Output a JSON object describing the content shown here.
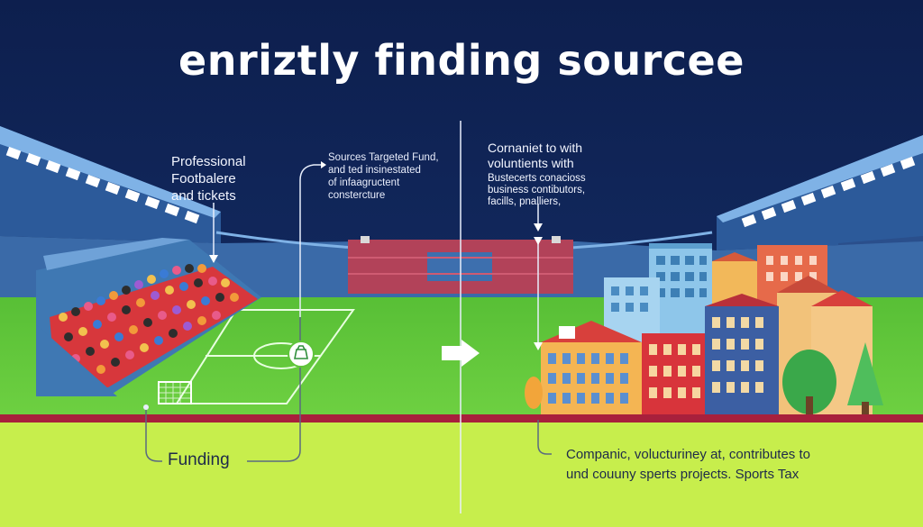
{
  "title": "enriztly finding  sourcee",
  "labels": {
    "left_note": [
      "Professional",
      "Footbalere",
      "and tickets"
    ],
    "center_note": [
      "Sources Targeted Fund,",
      "and ted insinestated",
      "of infaagructent",
      "constercture"
    ],
    "right_note_main": [
      "Cornaniet to with",
      "voluntients with"
    ],
    "right_note_small": [
      "Bustecerts conacioss",
      "business contibutors,",
      "facills, pnalliers,"
    ],
    "funding": "Funding",
    "bottom_note": [
      "Companic, volucturiney at, contributes to",
      "und couuny sperts projects. Sports Tax"
    ]
  },
  "colors": {
    "sky": "#0f2456",
    "field_green": "#5fc43a",
    "foreground_lime": "#c7ee4c",
    "track_red": "#a8203c",
    "stand_blue": "#3f78b3",
    "seat_red": "#d7373c"
  },
  "icons": [
    "stadium-lights-icon",
    "money-bag-icon",
    "arrow-right-icon"
  ]
}
